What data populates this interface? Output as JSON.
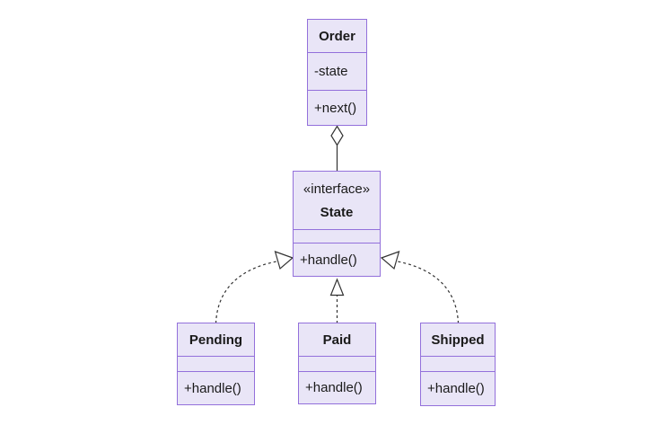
{
  "diagram": {
    "kind": "uml-class-diagram",
    "colors": {
      "node_fill": "#E9E5F7",
      "node_border": "#9370DB",
      "edge_stroke": "#333333",
      "text": "#1A1A1A",
      "background": "#FFFFFF"
    },
    "classes": {
      "order": {
        "name": "Order",
        "attributes": "-state",
        "methods": "+next()"
      },
      "state": {
        "stereotype": "«interface»",
        "name": "State",
        "attributes": "",
        "methods": "+handle()"
      },
      "pending": {
        "name": "Pending",
        "attributes": "",
        "methods": "+handle()"
      },
      "paid": {
        "name": "Paid",
        "attributes": "",
        "methods": "+handle()"
      },
      "shipped": {
        "name": "Shipped",
        "attributes": "",
        "methods": "+handle()"
      }
    },
    "relationships": [
      {
        "from": "Order",
        "to": "State",
        "type": "aggregation",
        "line": "solid",
        "marker": "hollow-diamond"
      },
      {
        "from": "Pending",
        "to": "State",
        "type": "realization",
        "line": "dashed",
        "marker": "hollow-triangle"
      },
      {
        "from": "Paid",
        "to": "State",
        "type": "realization",
        "line": "dashed",
        "marker": "hollow-triangle"
      },
      {
        "from": "Shipped",
        "to": "State",
        "type": "realization",
        "line": "dashed",
        "marker": "hollow-triangle"
      }
    ]
  }
}
